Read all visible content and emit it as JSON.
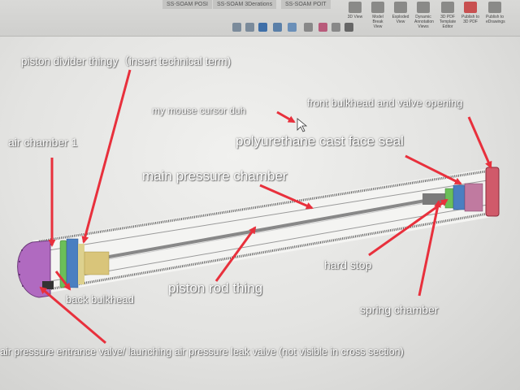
{
  "ribbon": {
    "tabs": [
      "SS-SOAM POSI",
      "SS-SOAM 3Derations",
      "SS-SOAM POIT"
    ],
    "buttons": [
      "3D View",
      "Model Break View",
      "Exploded View",
      "Dynamic Annotation Views",
      "3D PDF Template Editor",
      "Publish to 3D PDF",
      "Publish to eDrawings"
    ]
  },
  "annotations": {
    "piston_divider": "piston divider thingy（insert technical term)",
    "mouse_cursor": "my mouse cursor duh",
    "front_bulkhead": "front bulkhead and valve opening",
    "air_chamber": "air chamber 1",
    "face_seal": "polyurethane cast face seal",
    "main_chamber": "main pressure chamber",
    "hard_stop": "hard stop",
    "back_bulkhead": "back bulkhead",
    "piston_rod": "piston rod thing",
    "spring_chamber": "spring chamber",
    "valve": "air pressure entrance valve/ launching air pressure leak valve (not visible in cross section)"
  },
  "colors": {
    "arrow": "#e8303c",
    "bulkhead": "#b06ac0",
    "seal": "#d05a6a",
    "piston_green": "#6bbf59",
    "piston_blue": "#4a7fc1",
    "tube": "#6a6a6a"
  }
}
